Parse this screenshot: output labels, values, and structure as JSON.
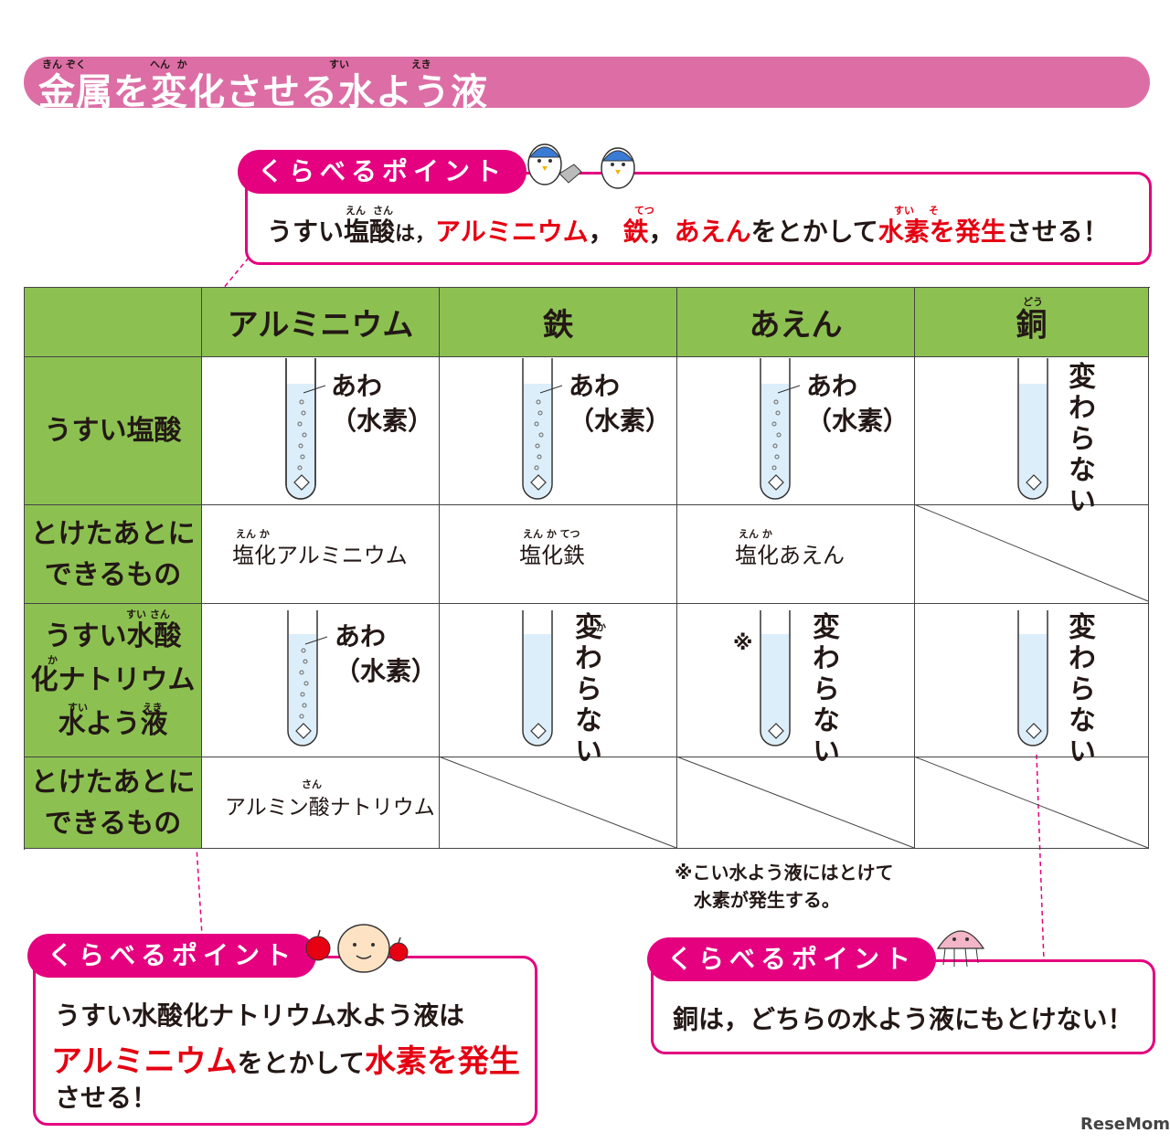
{
  "title": {
    "text": "金属を変化させる水よう液",
    "ruby": [
      "きん",
      "ぞく",
      "へん",
      "か",
      "すい",
      "えき"
    ],
    "color": "#dc6ea5"
  },
  "point_label": "くらべるポイント",
  "top_point": {
    "t1": "うすい",
    "t2": "塩酸",
    "t3": "は，",
    "t4": "アルミニウム",
    "t5": "，",
    "t6": "鉄",
    "t7": "，",
    "t8": "あえん",
    "t9": "をとかして",
    "t10": "水素を発生",
    "t11": "させる！",
    "ruby_en": "えん",
    "ruby_san": "さん",
    "ruby_tetsu": "てつ",
    "ruby_sui": "すい",
    "ruby_so": "そ"
  },
  "table": {
    "columns": [
      "アルミニウム",
      "鉄",
      "あえん",
      "銅"
    ],
    "copper_ruby": "どう",
    "rows": {
      "hcl": "うすい塩酸",
      "product1": [
        "とけたあとに",
        "できるもの"
      ],
      "naoh": [
        "うすい水酸",
        "化ナトリウム",
        "水よう液"
      ],
      "naoh_ruby": [
        "すい",
        "さん",
        "か",
        "すい",
        "えき"
      ],
      "product2": [
        "とけたあとに",
        "できるもの"
      ]
    },
    "bubbles_1": "あわ",
    "bubbles_2": "（水素）",
    "unchanged": "変わらない",
    "unchanged_ruby": "か",
    "asterisk": "※",
    "products_hcl": [
      "塩化アルミニウム",
      "塩化鉄",
      "塩化あえん"
    ],
    "products_hcl_ruby": [
      "えん  か",
      "えん  か てつ",
      "えん  か"
    ],
    "products_naoh": [
      "アルミン酸ナトリウム"
    ],
    "products_naoh_ruby": "さん",
    "green": "#8cc152",
    "liquid": "#dceefa"
  },
  "footnote": [
    "※こい水よう液にはとけて",
    "水素が発生する。"
  ],
  "bottom_left_point": {
    "l1": "うすい水酸化ナトリウム水よう液は",
    "l2a": "アルミニウム",
    "l2b": "をとかして",
    "l2c": "水素を発生",
    "l3": "させる！"
  },
  "bottom_right_point": {
    "text": "銅は，どちらの水よう液にもとけない！"
  },
  "watermark": "ReseMom",
  "accent": "#e4007f",
  "red": "#e50012"
}
